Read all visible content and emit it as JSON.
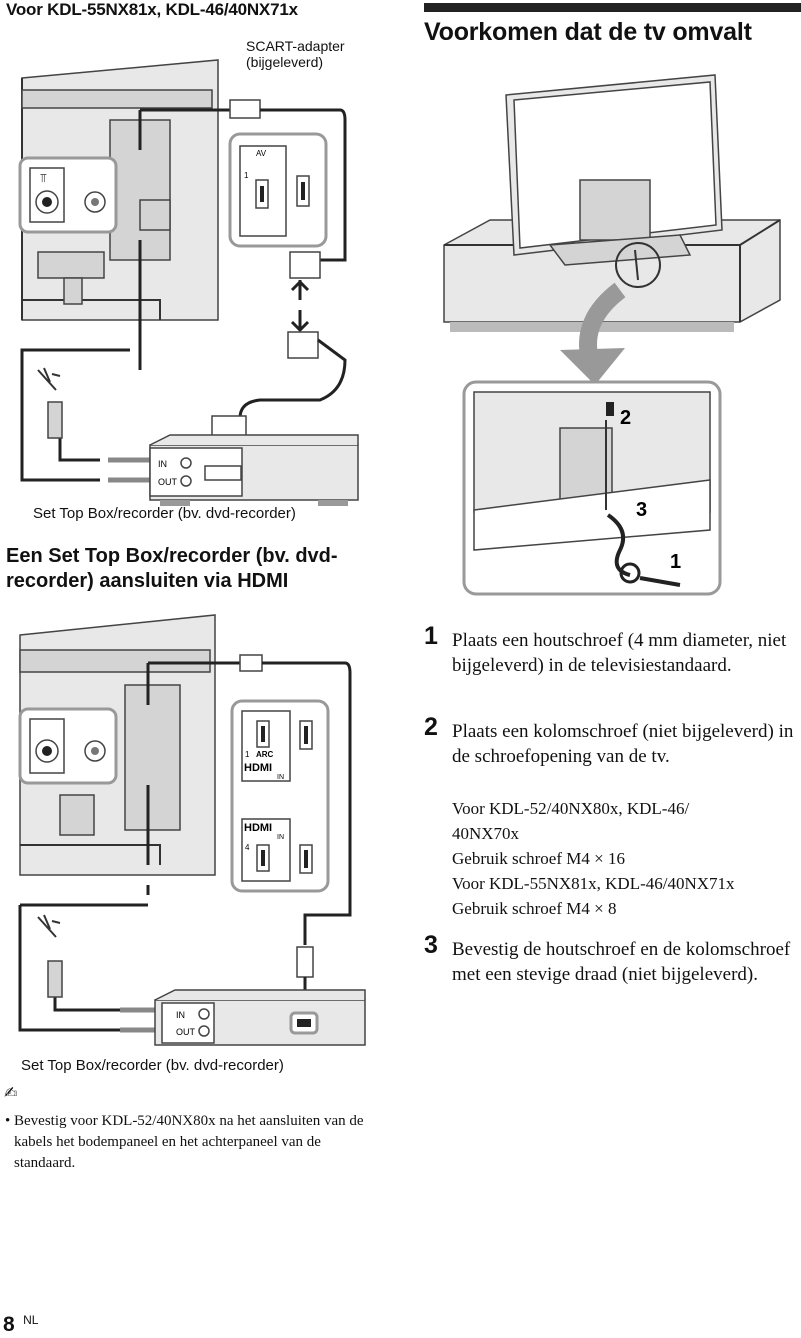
{
  "left": {
    "model_heading": "Voor KDL-55NX81x, KDL-46/40NX71x",
    "scart_label_line1": "SCART-adapter",
    "scart_label_line2": "(bijgeleverd)",
    "fig1_av_label": "AV",
    "fig1_port_number": "1",
    "fig1_in_label": "IN",
    "fig1_out_label": "OUT",
    "fig1_caption": "Set Top Box/recorder (bv. dvd-recorder)",
    "section_heading": "Een Set Top Box/recorder (bv. dvd-recorder) aansluiten via HDMI",
    "fig2_arc_label": "ARC",
    "fig2_hdmi_label": "HDMI",
    "fig2_in_label_1": "IN",
    "fig2_in_label_2": "IN",
    "fig2_port_1": "1",
    "fig2_port_4": "4",
    "fig2_in_label": "IN",
    "fig2_out_label": "OUT",
    "fig2_caption": "Set Top Box/recorder (bv. dvd-recorder)",
    "note_bullet": "•",
    "note_text": "Bevestig voor KDL-52/40NX80x na het aansluiten van de kabels het bodempaneel en het achterpaneel van de standaard."
  },
  "right": {
    "heading": "Voorkomen dat de tv omvalt",
    "fig_callouts": [
      "1",
      "2",
      "3"
    ],
    "steps": [
      {
        "number": "1",
        "text": "Plaats een houtschroef (4 mm diameter, niet bijgeleverd) in de televisiestandaard."
      },
      {
        "number": "2",
        "text": "Plaats een kolomschroef (niet bijgeleverd) in de schroefopening van de tv."
      },
      {
        "number": "3",
        "text": "Bevestig de houtschroef en de kolomschroef met een stevige draad (niet bijgeleverd)."
      }
    ],
    "step2_details": [
      "Voor KDL-52/40NX80x, KDL-46/",
      "40NX70x",
      "Gebruik schroef M4 × 16",
      "Voor KDL-55NX81x, KDL-46/40NX71x",
      "Gebruik schroef M4 × 8"
    ]
  },
  "footer": {
    "page_number": "8",
    "language": "NL"
  }
}
